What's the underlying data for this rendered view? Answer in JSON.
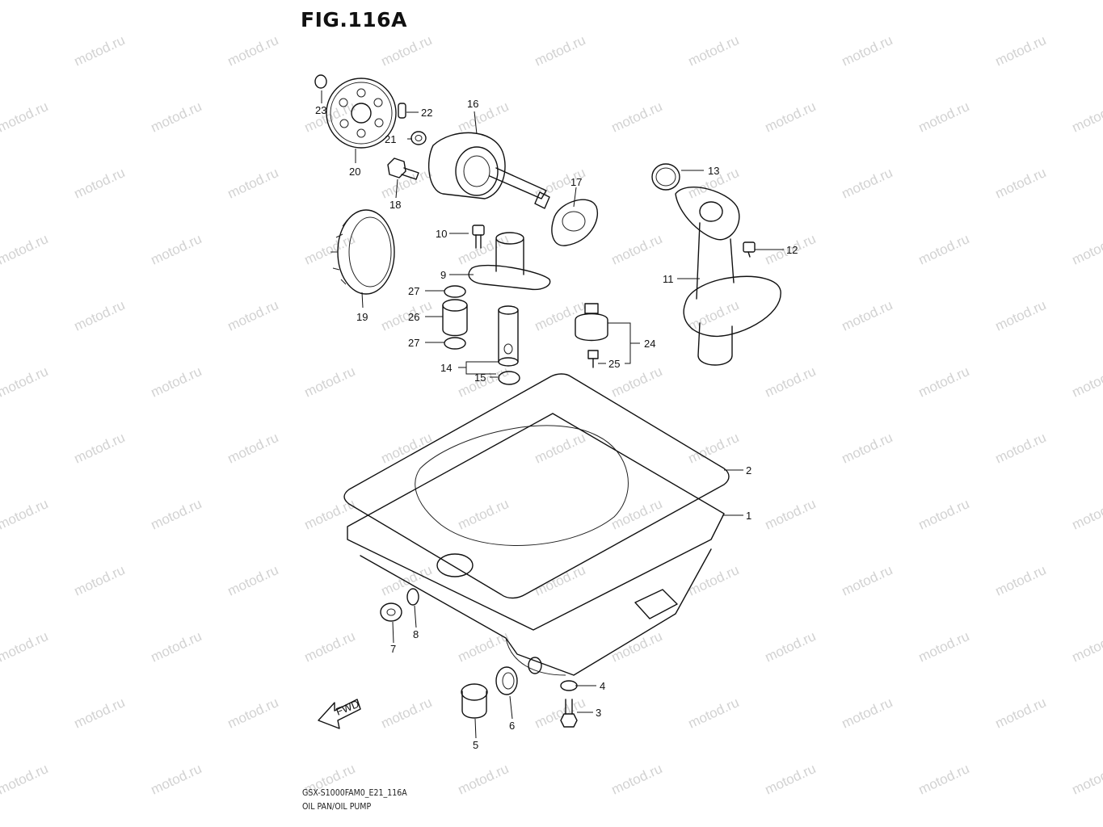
{
  "figure": {
    "title": "FIG.116A",
    "model_code": "GSX-S1000FAM0_E21_116A",
    "section_name": "OIL PAN/OIL PUMP",
    "watermark": "motod.ru",
    "fwd_label": "FWD"
  },
  "callouts": [
    "1",
    "2",
    "3",
    "4",
    "5",
    "6",
    "7",
    "8",
    "9",
    "10",
    "11",
    "12",
    "13",
    "14",
    "15",
    "16",
    "17",
    "18",
    "19",
    "20",
    "21",
    "22",
    "23",
    "24",
    "25",
    "26",
    "27",
    "27"
  ]
}
